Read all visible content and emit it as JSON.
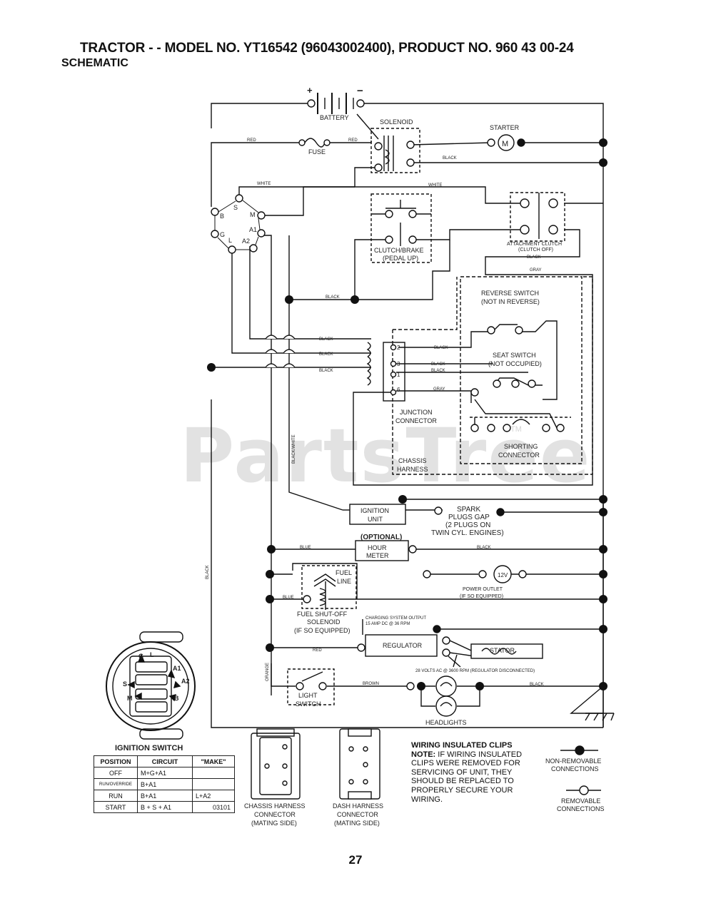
{
  "title": "TRACTOR - - MODEL NO. YT16542 (96043002400), PRODUCT NO. 960 43 00-24",
  "subtitle": "SCHEMATIC",
  "watermark": "PartsTree",
  "watermark_tm": "TM",
  "page_number": "27",
  "drawing_number": "03101",
  "components": {
    "battery": "BATTERY",
    "battery_plus": "+",
    "battery_minus": "−",
    "solenoid": "SOLENOID",
    "starter": "STARTER",
    "starter_m": "M",
    "fuse": "FUSE",
    "clutch_brake_1": "CLUTCH/BRAKE",
    "clutch_brake_2": "(PEDAL UP)",
    "attachment_clutch_1": "ATTACHMENT CLUTCH",
    "attachment_clutch_2": "(CLUTCH OFF)",
    "reverse_switch_1": "REVERSE SWITCH",
    "reverse_switch_2": "(NOT IN REVERSE)",
    "seat_switch_1": "SEAT SWITCH",
    "seat_switch_2": "(NOT OCCUPIED)",
    "junction_1": "JUNCTION",
    "junction_2": "CONNECTOR",
    "shorting_1": "SHORTING",
    "shorting_2": "CONNECTOR",
    "chassis_harness_1": "CHASSIS",
    "chassis_harness_2": "HARNESS",
    "ignition_unit_1": "IGNITION",
    "ignition_unit_2": "UNIT",
    "spark_1": "SPARK",
    "spark_2": "PLUGS GAP",
    "spark_3": "(2 PLUGS ON",
    "spark_4": "TWIN CYL. ENGINES)",
    "optional": "(OPTIONAL)",
    "hour_meter_1": "HOUR",
    "hour_meter_2": "METER",
    "fuel_line_1": "FUEL",
    "fuel_line_2": "LINE",
    "power_outlet_v": "12V",
    "power_outlet_1": "POWER OUTLET",
    "power_outlet_2": "(IF SO EQUIPPED)",
    "fuel_solenoid_1": "FUEL SHUT-OFF",
    "fuel_solenoid_2": "SOLENOID",
    "fuel_solenoid_3": "(IF SO EQUIPPED)",
    "charging_1": "CHARGING SYSTEM OUTPUT",
    "charging_2": "15 AMP DC @ 36 RPM",
    "regulator": "REGULATOR",
    "stator": "STATOR",
    "volts_note": "28 VOLTS AC @ 3600 RPM (REGULATOR DISCONNECTED)",
    "light_switch_1": "LIGHT",
    "light_switch_2": "SWITCH",
    "headlights": "HEADLIGHTS"
  },
  "ignition_terminals": {
    "b": "B",
    "s": "S",
    "m": "M",
    "g": "G",
    "l": "L",
    "a1": "A1",
    "a2": "A2"
  },
  "junction_pins": {
    "p2": "2",
    "p3": "3",
    "p1": "1",
    "p6": "6"
  },
  "wires": {
    "red": "RED",
    "white": "WHITE",
    "black": "BLACK",
    "gray": "GRAY",
    "blue": "BLUE",
    "orange": "ORANGE",
    "brown": "BROWN",
    "black_white": "BLACK/WHITE"
  },
  "ignition_switch": {
    "title": "IGNITION SWITCH",
    "headers": [
      "POSITION",
      "CIRCUIT",
      "\"MAKE\""
    ],
    "rows": [
      {
        "position": "OFF",
        "circuit": "M+G+A1",
        "make": ""
      },
      {
        "position": "RUN/OVERRIDE",
        "circuit": "B+A1",
        "make": ""
      },
      {
        "position": "RUN",
        "circuit": "B+A1",
        "make": "L+A2"
      },
      {
        "position": "START",
        "circuit": "B + S + A1",
        "make": ""
      }
    ]
  },
  "connectors": {
    "chassis_1": "CHASSIS HARNESS",
    "chassis_2": "CONNECTOR",
    "chassis_3": "(MATING SIDE)",
    "dash_1": "DASH HARNESS",
    "dash_2": "CONNECTOR",
    "dash_3": "(MATING SIDE)"
  },
  "notes": {
    "heading": "WIRING INSULATED CLIPS",
    "label": "NOTE:",
    "text": "IF WIRING INSULATED CLIPS WERE REMOVED FOR SERVICING OF UNIT, THEY SHOULD BE REPLACED TO PROPERLY SECURE YOUR WIRING."
  },
  "legend": {
    "non_removable_1": "NON-REMOVABLE",
    "non_removable_2": "CONNECTIONS",
    "removable_1": "REMOVABLE",
    "removable_2": "CONNECTIONS"
  }
}
